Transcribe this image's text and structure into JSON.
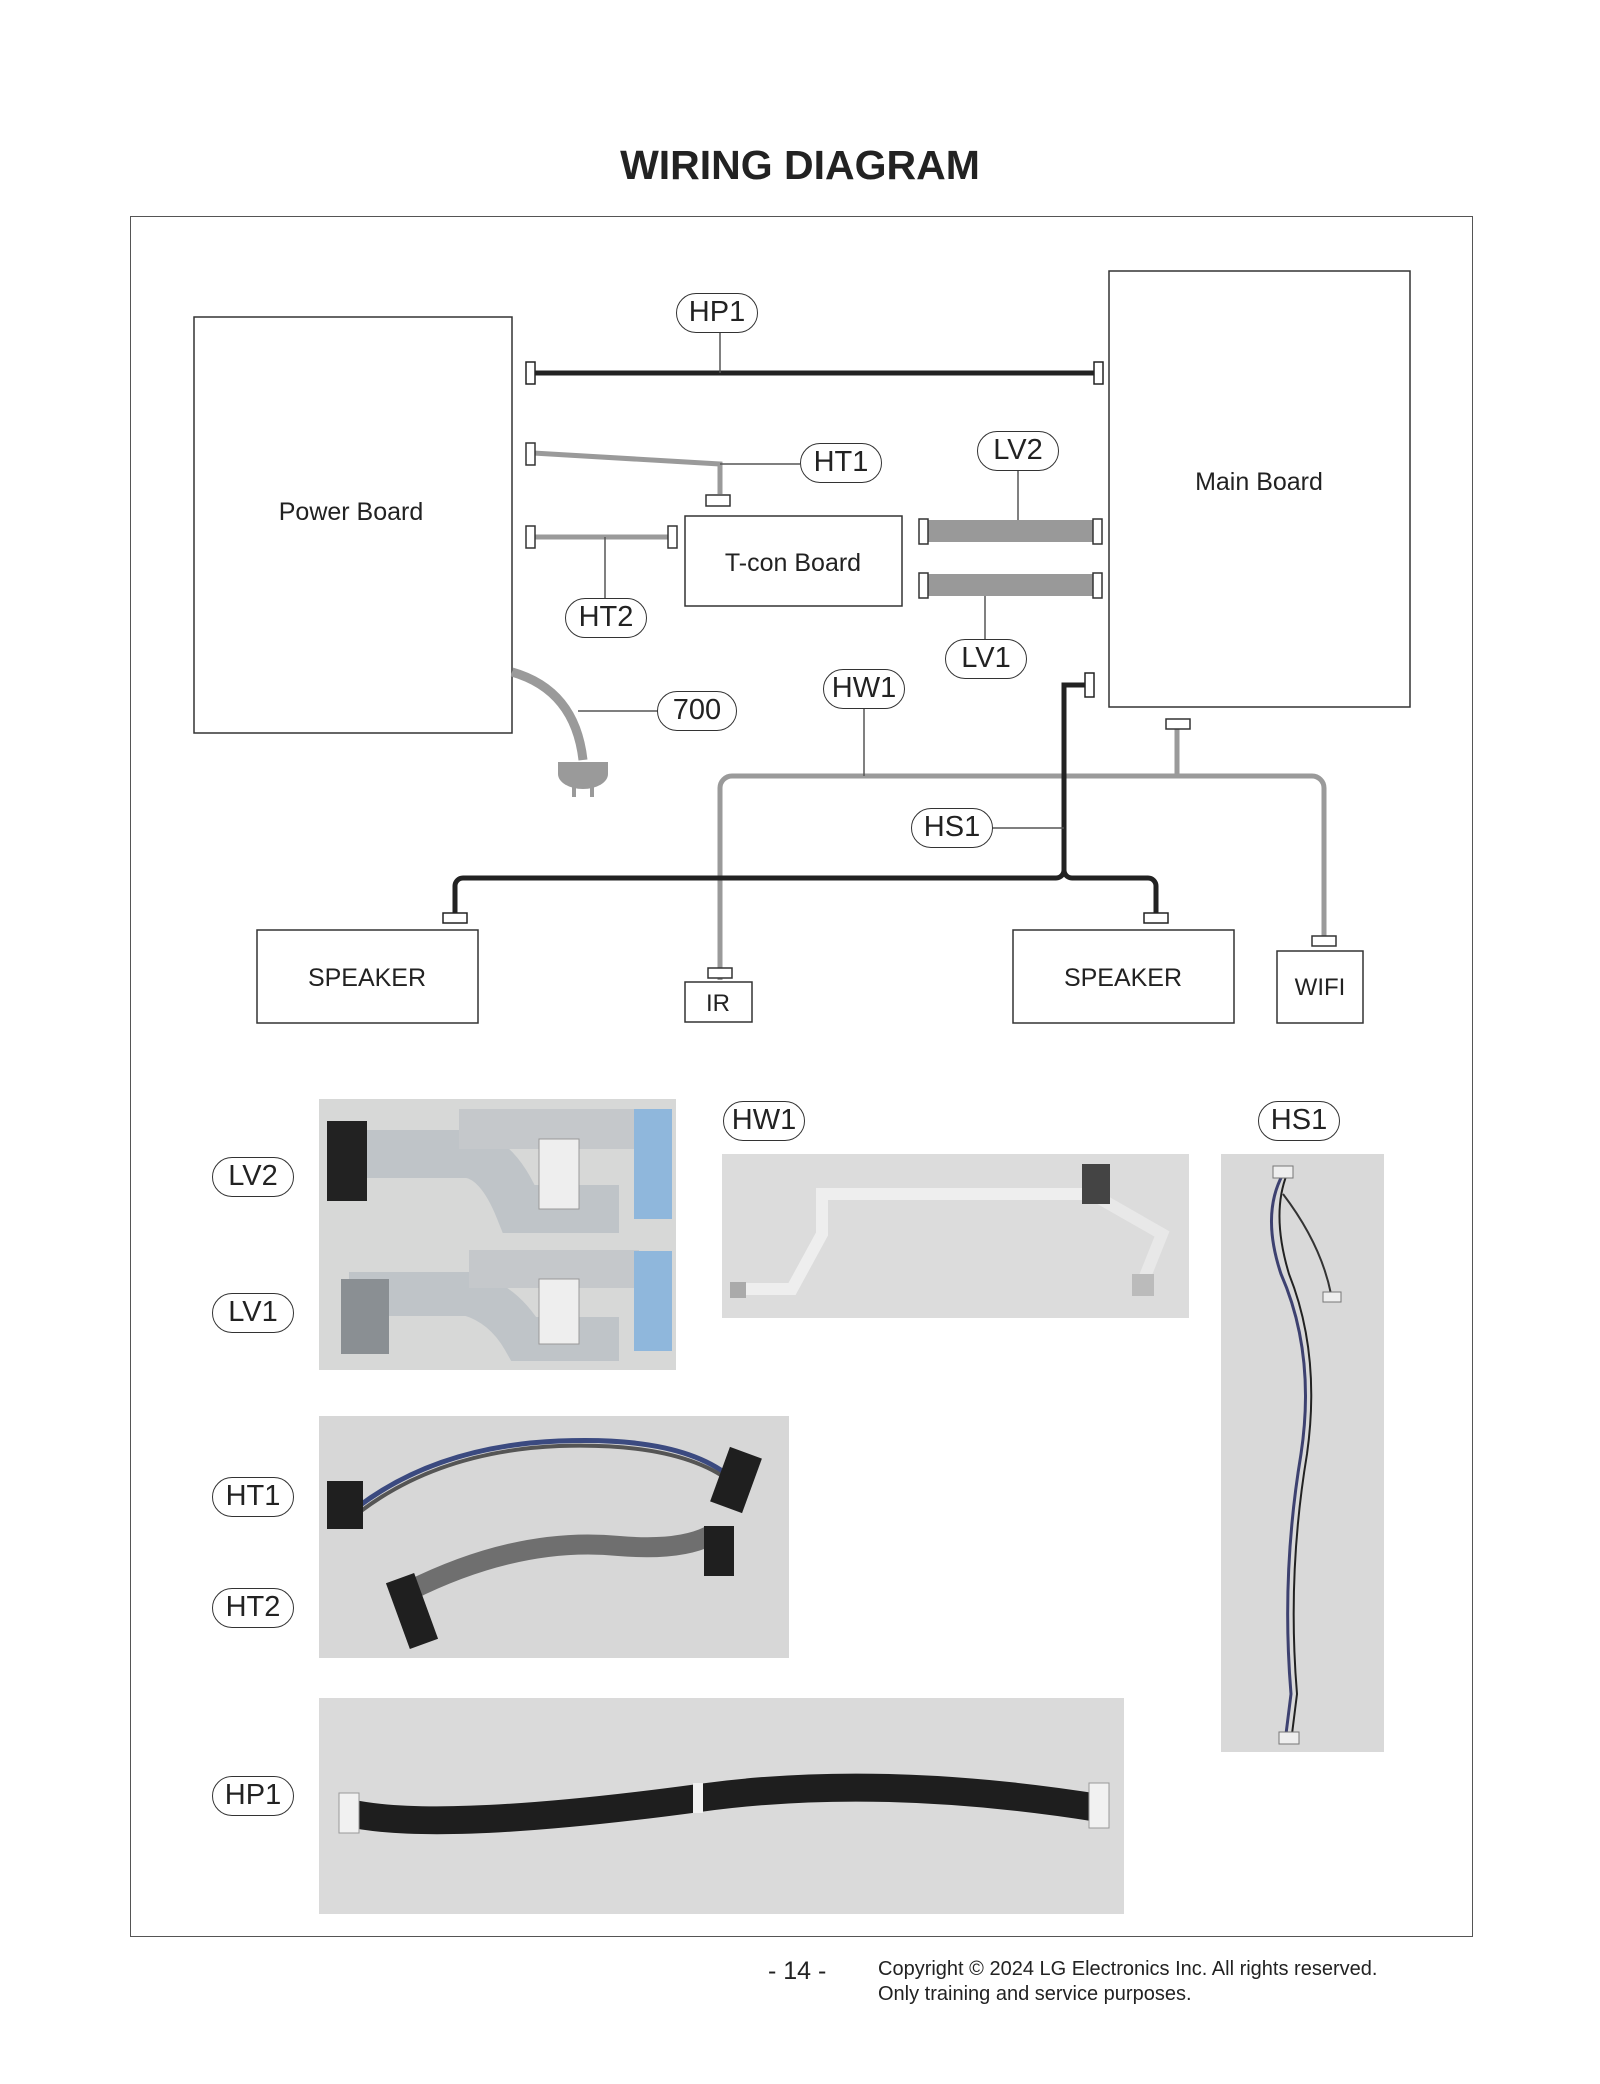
{
  "title": "WIRING DIAGRAM",
  "boards": {
    "power": "Power Board",
    "main": "Main Board",
    "tcon": "T-con Board",
    "speaker_left": "SPEAKER",
    "speaker_right": "SPEAKER",
    "ir": "IR",
    "wifi": "WIFI"
  },
  "cables": {
    "hp1": "HP1",
    "ht1": "HT1",
    "ht2": "HT2",
    "lv1": "LV1",
    "lv2": "LV2",
    "hw1": "HW1",
    "hs1": "HS1",
    "power_cord": "700"
  },
  "photo_labels": {
    "lv2": "LV2",
    "lv1": "LV1",
    "hw1": "HW1",
    "hs1": "HS1",
    "ht1": "HT1",
    "ht2": "HT2",
    "hp1": "HP1"
  },
  "footer": {
    "page": "- 14 -",
    "copyright": "Copyright © 2024 LG Electronics Inc. All rights reserved.",
    "purpose": "Only training and service purposes."
  },
  "colors": {
    "dark_wire": "#222222",
    "gray_wire": "#9a9a9a",
    "photo_bg": "#dcdcdc"
  }
}
